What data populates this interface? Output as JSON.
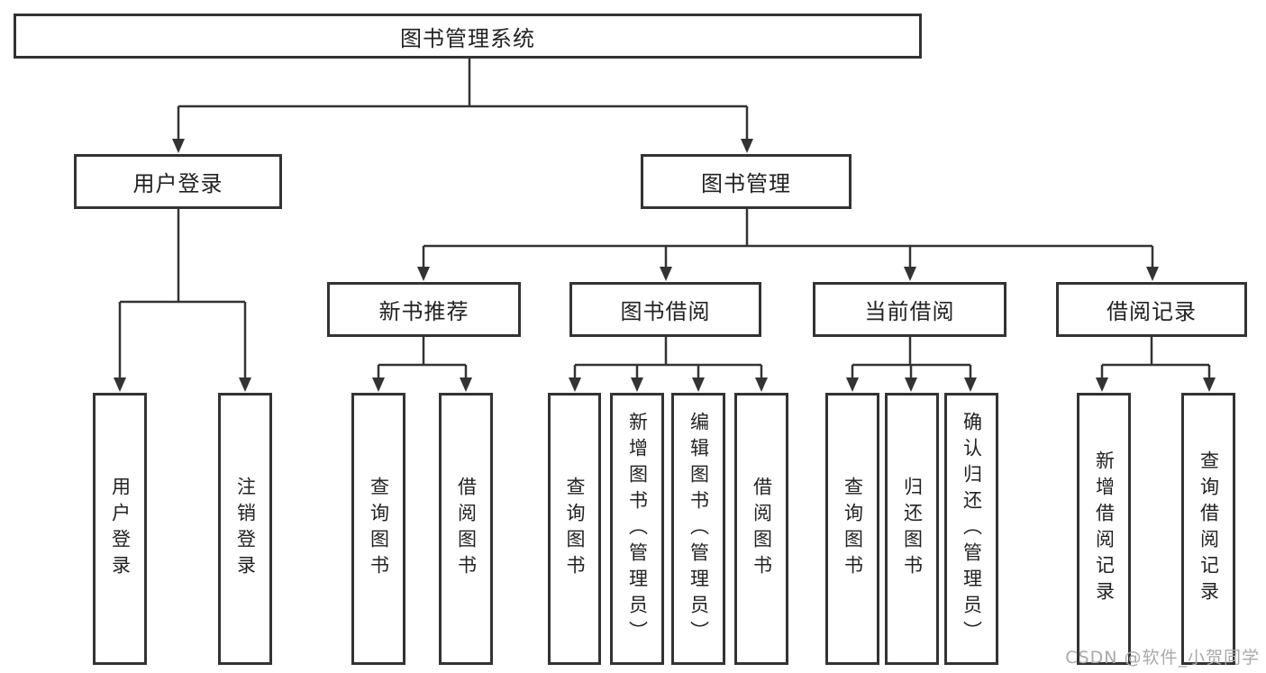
{
  "tree": {
    "root": {
      "label": "图书管理系统",
      "children": [
        {
          "label": "用户登录",
          "children": [
            {
              "label": "用户登录"
            },
            {
              "label": "注销登录"
            }
          ]
        },
        {
          "label": "图书管理",
          "children": [
            {
              "label": "新书推荐",
              "children": [
                {
                  "label": "查询图书"
                },
                {
                  "label": "借阅图书"
                }
              ]
            },
            {
              "label": "图书借阅",
              "children": [
                {
                  "label": "查询图书"
                },
                {
                  "label": "新增图书（管理员）"
                },
                {
                  "label": "编辑图书（管理员）"
                },
                {
                  "label": "借阅图书"
                }
              ]
            },
            {
              "label": "当前借阅",
              "children": [
                {
                  "label": "查询图书"
                },
                {
                  "label": "归还图书"
                },
                {
                  "label": "确认归还（管理员）"
                }
              ]
            },
            {
              "label": "借阅记录",
              "children": [
                {
                  "label": "新增借阅记录"
                },
                {
                  "label": "查询借阅记录"
                }
              ]
            }
          ]
        }
      ]
    }
  },
  "watermark": {
    "text": "CSDN @软件_小贺同学"
  },
  "colors": {
    "line": "#333333",
    "text": "#222222",
    "background": "#ffffff",
    "watermark": "#a9a9a9"
  }
}
